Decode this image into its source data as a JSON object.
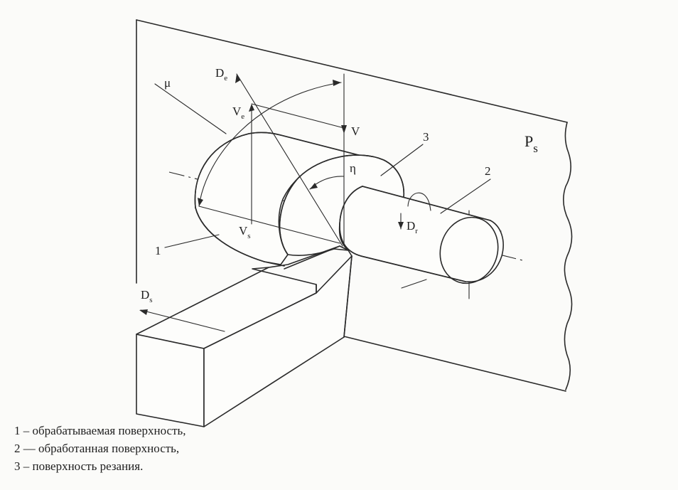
{
  "diagram": {
    "plane_label_main": "P",
    "plane_label_sub": "s",
    "labels": {
      "num_1": "1",
      "num_2": "2",
      "num_3": "3",
      "mu": "μ",
      "eta": "η",
      "V": "V",
      "Ve_main": "V",
      "Ve_sub": "e",
      "Vs_main": "V",
      "Vs_sub": "s",
      "De_main": "D",
      "De_sub": "e",
      "Dr_main": "D",
      "Dr_sub": "r",
      "Ds_main": "D",
      "Ds_sub": "s"
    }
  },
  "legend": [
    "1 – обрабатываемая поверхность,",
    "2 — обработанная поверхность,",
    "3 – поверхность резания."
  ]
}
